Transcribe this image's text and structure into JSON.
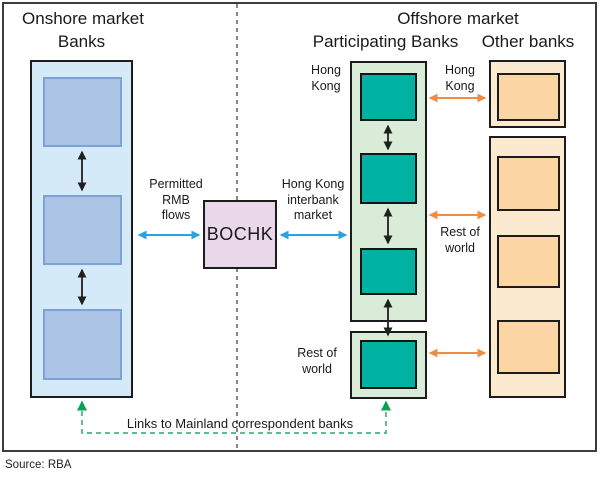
{
  "diagram": {
    "onshore": {
      "title": "Onshore market",
      "banks_label": "Banks",
      "bank_box_count": 3
    },
    "offshore": {
      "title": "Offshore market",
      "participating_label": "Participating Banks",
      "other_label": "Other banks",
      "participating_box_count": 4,
      "other_box_count": 4
    },
    "center": {
      "bochk": "BOCHK",
      "permitted_lines": [
        "Permitted",
        "RMB",
        "flows"
      ],
      "interbank_lines": [
        "Hong Kong",
        "interbank",
        "market"
      ]
    },
    "labels": {
      "hong_kong_participating": [
        "Hong",
        "Kong"
      ],
      "hong_kong_other": [
        "Hong",
        "Kong"
      ],
      "rest_of_world_other": [
        "Rest of",
        "world"
      ],
      "rest_of_world_participating": [
        "Rest of",
        "world"
      ],
      "links_note": "Links to Mainland correspondent banks"
    },
    "source": "Source: RBA",
    "colors": {
      "frame_border": "#3d3d3d",
      "divider": "#5a5a5a",
      "onshore_outer": "#d5eaf8",
      "onshore_inner": "#abc4e6",
      "onshore_inner_border": "#7da3d4",
      "bochk_fill": "#e9d8e9",
      "participating_outer": "#d9ecd8",
      "participating_inner": "#00b2a2",
      "other_outer": "#fcead0",
      "other_inner": "#fbd5a3",
      "arrow_blue": "#2ba3da",
      "arrow_orange": "#f28c44",
      "arrow_green": "#44b57c",
      "arrow_green_head": "#0aa157",
      "arrow_black": "#1f1f1f"
    }
  }
}
